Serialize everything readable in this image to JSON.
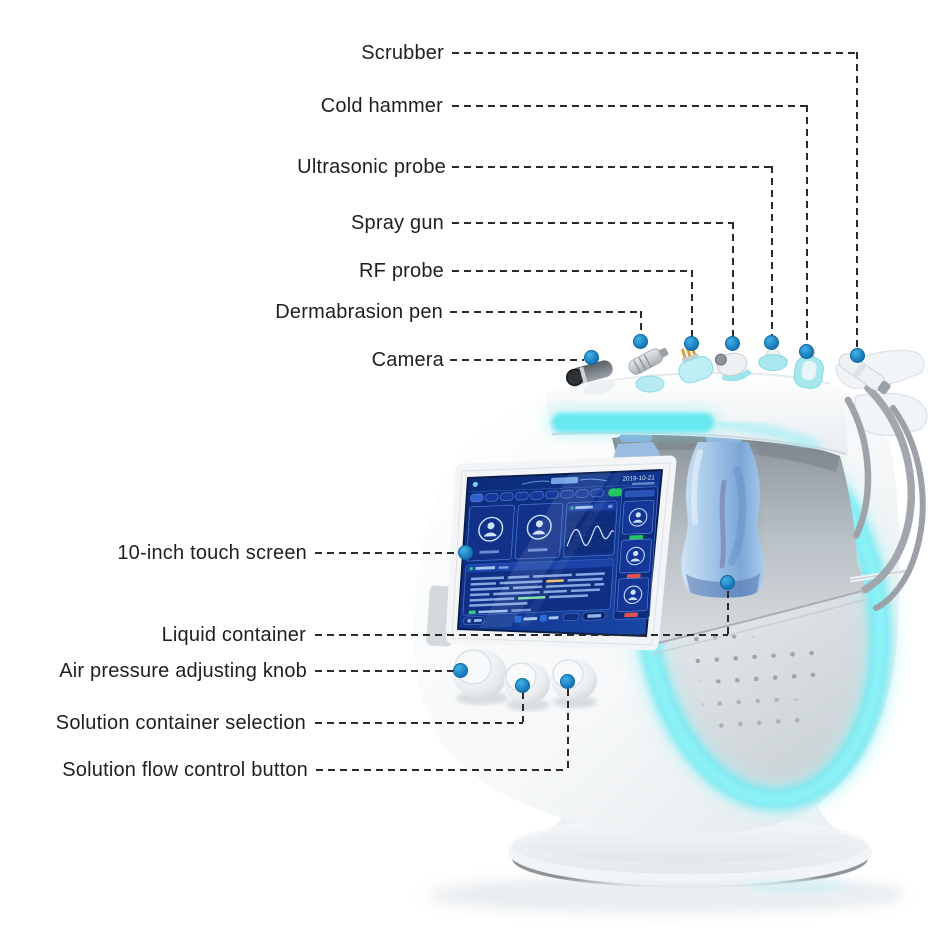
{
  "callouts": [
    {
      "id": "scrubber",
      "text": "Scrubber"
    },
    {
      "id": "cold-hammer",
      "text": "Cold hammer"
    },
    {
      "id": "ultrasonic-probe",
      "text": "Ultrasonic probe"
    },
    {
      "id": "spray-gun",
      "text": "Spray gun"
    },
    {
      "id": "rf-probe",
      "text": "RF probe"
    },
    {
      "id": "dermabrasion-pen",
      "text": "Dermabrasion pen"
    },
    {
      "id": "camera",
      "text": "Camera"
    },
    {
      "id": "touch-screen",
      "text": "10-inch touch screen"
    },
    {
      "id": "liquid-container",
      "text": "Liquid container"
    },
    {
      "id": "air-pressure-knob",
      "text": "Air pressure adjusting knob"
    },
    {
      "id": "solution-container-selection",
      "text": "Solution container selection"
    },
    {
      "id": "solution-flow-control",
      "text": "Solution flow control button"
    }
  ],
  "screen": {
    "date": "2019-10-21"
  },
  "colors": {
    "glow": "#6fe9f2",
    "leader_dot": "#1b87c4",
    "label_text": "#1f1f1f",
    "screen_bg": "#0d2e7d",
    "bottle_blue": "#9ec4ea",
    "body_white": "#ffffff"
  }
}
